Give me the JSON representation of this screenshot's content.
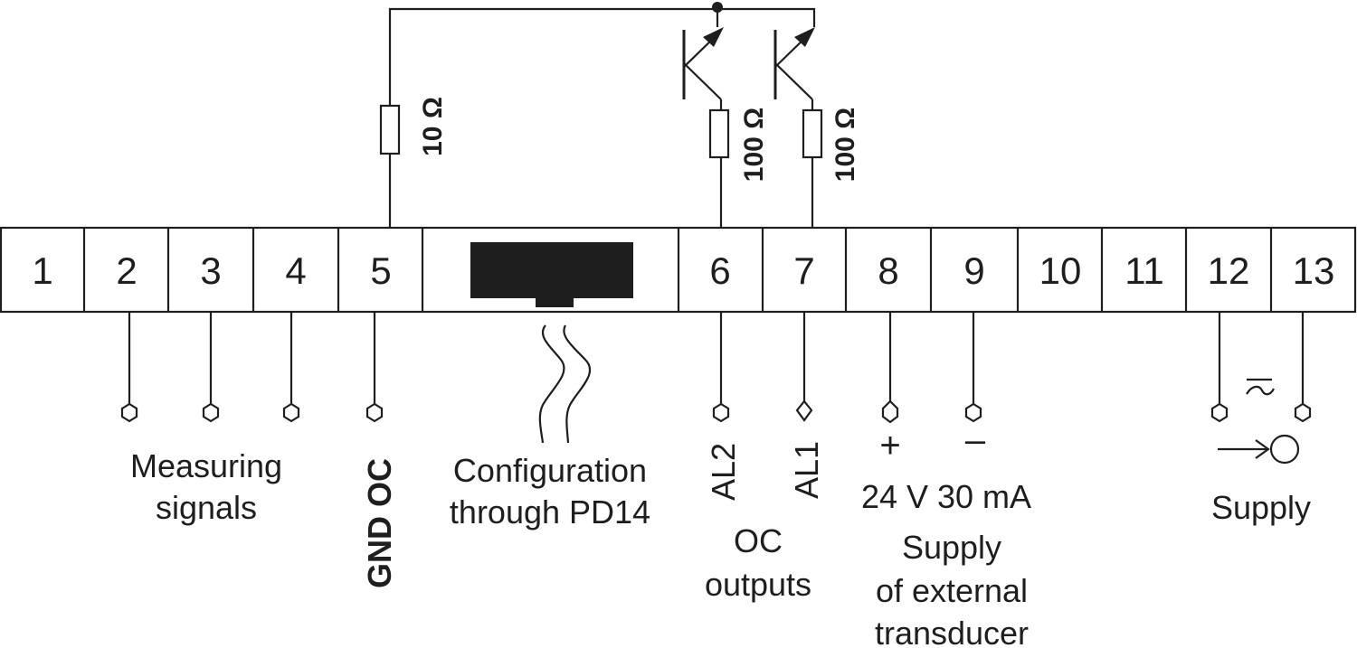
{
  "terminals": [
    "1",
    "2",
    "3",
    "4",
    "5",
    "6",
    "7",
    "8",
    "9",
    "10",
    "11",
    "12",
    "13"
  ],
  "resistors": {
    "r1": "10 Ω",
    "r2": "100 Ω",
    "r3": "100 Ω"
  },
  "pins": {
    "gnd_oc": "GND OC",
    "al2": "AL2",
    "al1": "AL1",
    "plus": "+",
    "minus": "–"
  },
  "labels": {
    "measuring_line1": "Measuring",
    "measuring_line2": "signals",
    "config_line1": "Configuration",
    "config_line2": "through PD14",
    "oc_line1": "OC",
    "oc_line2": "outputs",
    "voltage": "24 V 30 mA",
    "supply_ext_line1": "Supply",
    "supply_ext_line2": "of external",
    "supply_ext_line3": "transducer",
    "supply": "Supply"
  }
}
